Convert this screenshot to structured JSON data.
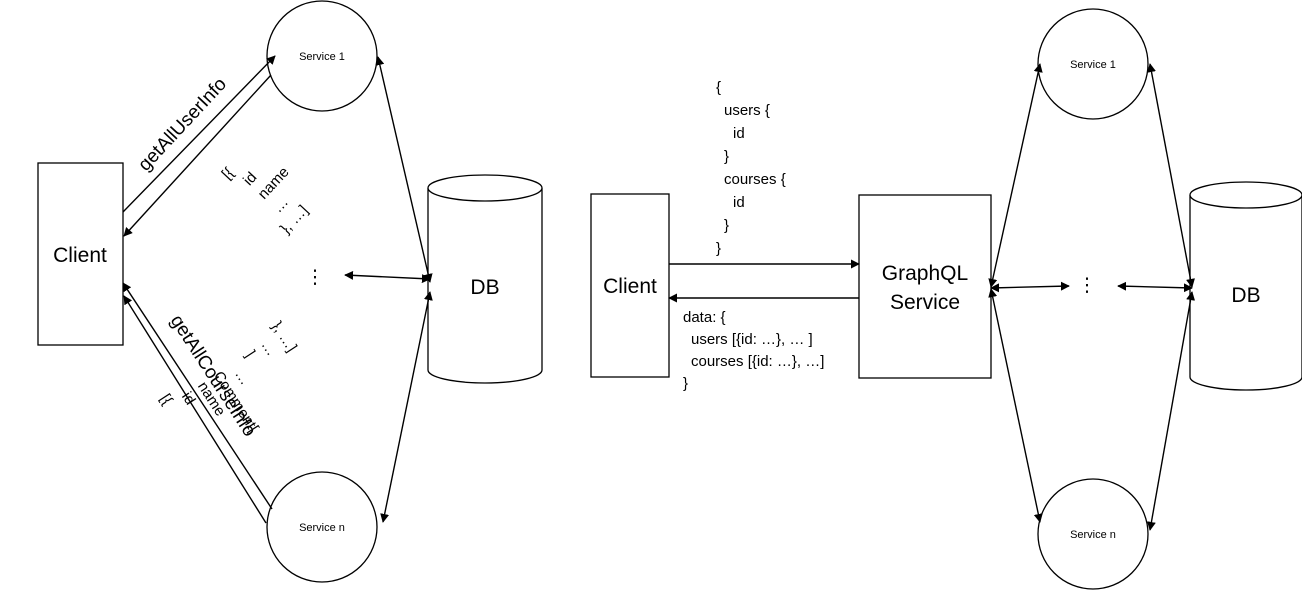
{
  "left": {
    "client": "Client",
    "service_top": "Service 1",
    "service_bottom": "Service n",
    "db": "DB",
    "ellipsis": "⋮",
    "call_top": "getAllUserInfo",
    "call_bottom": "getAllCourseInfo",
    "response_top": [
      "[{",
      "id",
      "name",
      "…",
      "}, …]"
    ],
    "response_bottom": [
      "[{",
      "id",
      "name",
      "Comment[",
      "…",
      "]",
      "…",
      "}, …]"
    ]
  },
  "right": {
    "client": "Client",
    "graphql_line1": "GraphQL",
    "graphql_line2": "Service",
    "service_top": "Service 1",
    "service_bottom": "Service n",
    "db": "DB",
    "ellipsis": "⋮",
    "query": [
      "{",
      "users {",
      "id",
      "}",
      "courses {",
      "id",
      "}",
      "}"
    ],
    "response": [
      "data: {",
      "users [{id: …}, … ]",
      "courses [{id: …}, …]",
      "}"
    ]
  }
}
